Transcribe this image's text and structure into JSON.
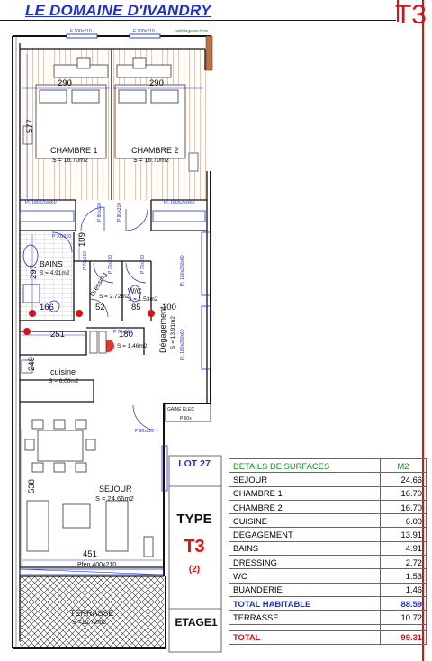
{
  "title": "LE DOMAINE D'IVANDRY",
  "type_code": "T3",
  "rooms": {
    "chambre1": {
      "name": "CHAMBRE 1",
      "area": "S = 16.70m2"
    },
    "chambre2": {
      "name": "CHAMBRE 2",
      "area": "S = 16.70m2"
    },
    "bains": {
      "name": "BAINS",
      "area": "S = 4.91m2"
    },
    "dressing": {
      "name": "Dressing",
      "area": "S = 2.72m2"
    },
    "wc": {
      "name": "W/C",
      "area": "S = 1.53m2"
    },
    "degagement": {
      "name": "Dégagement",
      "area": "S = 13.91m2"
    },
    "buanderie": {
      "area": "S = 1.46m2"
    },
    "cuisine": {
      "name": "cuisine",
      "area": "S = 6.00m2"
    },
    "sejour": {
      "name": "SEJOUR",
      "area": "S = 24.66m2"
    },
    "terrasse": {
      "name": "TERRASSE",
      "area": "S =10.72m2"
    }
  },
  "dims": {
    "d290a": "290",
    "d290b": "290",
    "d577": "577",
    "d297": "297",
    "d109": "109",
    "d166": "166",
    "d52": "52",
    "d85": "85",
    "d100": "100",
    "d251": "251",
    "d180": "180",
    "d249": "249",
    "d538": "538",
    "d451": "451"
  },
  "openings": {
    "f1": "F 100x210",
    "f2": "F 100x210",
    "habillage": "habillage en bois",
    "pl1": "Pl. 180x250x60",
    "pl2": "Pl. 180x250x60",
    "p80a": "P 80x210",
    "p80b": "P 80x210",
    "p70a": "P 70x210",
    "p70b": "P 70x210",
    "p70c": "P 70x210",
    "p70d": "P 70x210",
    "p70e": "P 70x210",
    "pl3": "Pl. 180x250x60",
    "pl4": "Pl. 180x250x60",
    "gaine": "GAINE ELEC",
    "p60": "P 60x",
    "p90": "P 90x210",
    "pfen": "Pfen 400x210"
  },
  "summary": {
    "lot": "LOT 27",
    "type_label": "TYPE",
    "type_code": "T3",
    "type_sub": "(2)",
    "etage": "ETAGE1",
    "header": {
      "label": "DETAILS DE SURFACES",
      "unit": "M2"
    },
    "rows": [
      {
        "label": "SEJOUR",
        "value": "24.66"
      },
      {
        "label": "CHAMBRE 1",
        "value": "16.70"
      },
      {
        "label": "CHAMBRE 2",
        "value": "16.70"
      },
      {
        "label": "CUISINE",
        "value": "6.00"
      },
      {
        "label": "DEGAGEMENT",
        "value": "13.91"
      },
      {
        "label": "BAINS",
        "value": "4.91"
      },
      {
        "label": "DRESSING",
        "value": "2.72"
      },
      {
        "label": "WC",
        "value": "1.53"
      },
      {
        "label": "BUANDERIE",
        "value": "1.46"
      }
    ],
    "total_habitable": {
      "label": "TOTAL HABITABLE",
      "value": "88.59"
    },
    "terrasse": {
      "label": "TERRASSE",
      "value": "10.72"
    },
    "total": {
      "label": "TOTAL",
      "value": "99.31"
    }
  },
  "colors": {
    "accent_blue": "#1f2fd6",
    "accent_red": "#e01010",
    "table_green": "#118a2a",
    "wood": "#c07040"
  }
}
